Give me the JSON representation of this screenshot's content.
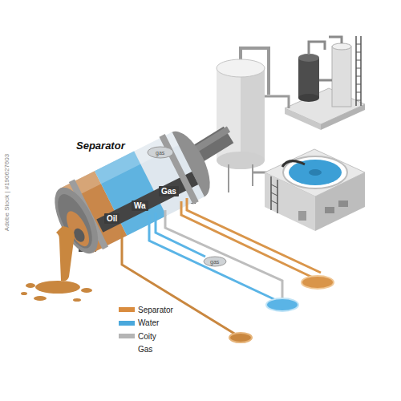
{
  "diagram": {
    "nodes": [
      {
        "text": [
          "Separator"
        ]
      },
      {
        "text": [
          "Oil"
        ],
        "in": 0
      },
      {
        "text": [
          "Wa"
        ],
        "in": 0
      },
      {
        "text": [
          "Gas"
        ],
        "in": 0
      }
    ],
    "labels": [
      "gas",
      "gas",
      "Adobe Stock | #190627603"
    ],
    "legend": [
      {
        "text": "Separator",
        "color": "#d98c3f"
      },
      {
        "text": "Water",
        "color": "#4aa8dc"
      },
      {
        "text": "Coity",
        "color": "#b5b5b5"
      },
      {
        "text": "Gas"
      }
    ]
  }
}
